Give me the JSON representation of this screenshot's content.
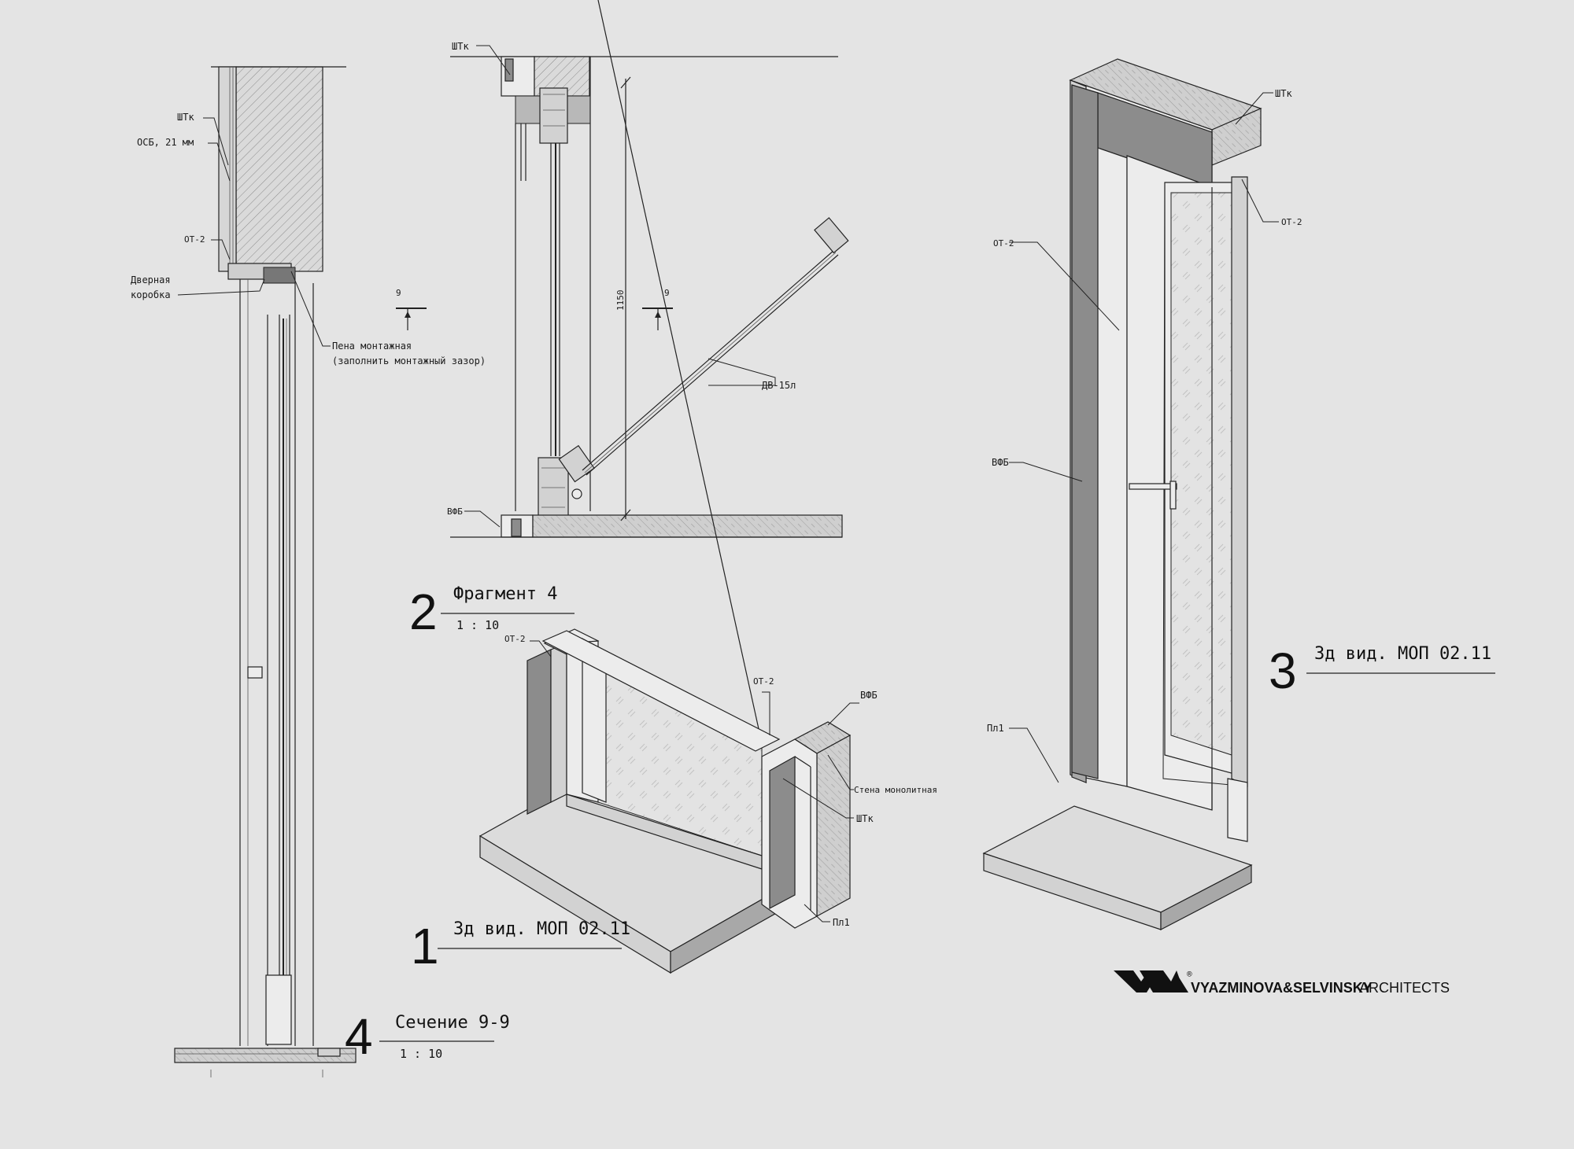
{
  "section_4": {
    "labels": {
      "shtk": "ШТк",
      "osb": "ОСБ, 21 мм",
      "ot2": "ОТ-2",
      "door_frame_1": "Дверная",
      "door_frame_2": "коробка",
      "foam_1": "Пена монтажная",
      "foam_2": "(заполнить монтажный зазор)"
    },
    "number": "4",
    "title": "Сечение 9-9",
    "scale": "1 : 10"
  },
  "fragment_2": {
    "labels": {
      "shtk": "ШТк",
      "vfb": "ВФБ",
      "dv15": "ДВ-15л",
      "dim_height": "1150",
      "cut_left": "9",
      "cut_right": "9"
    },
    "number": "2",
    "title": "Фрагмент 4",
    "scale": "1 : 10"
  },
  "view_1": {
    "labels": {
      "ot2_left": "ОТ-2",
      "ot2_right": "ОТ-2",
      "vfb": "ВФБ",
      "wall": "Стена монолитная",
      "shtk": "ШТк",
      "pl1": "Пл1"
    },
    "number": "1",
    "title": "3д вид. МОП 02.11"
  },
  "view_3": {
    "labels": {
      "shtk": "ШТк",
      "ot2_right": "ОТ-2",
      "ot2_left": "ОТ-2",
      "vfb": "ВФБ",
      "pl1": "Пл1"
    },
    "number": "3",
    "title": "3д вид. МОП 02.11"
  },
  "brand": {
    "bold": "VYAZMINOVA&SELVINSKY",
    "regular": "ARCHITECTS",
    "reg_mark": "®"
  }
}
